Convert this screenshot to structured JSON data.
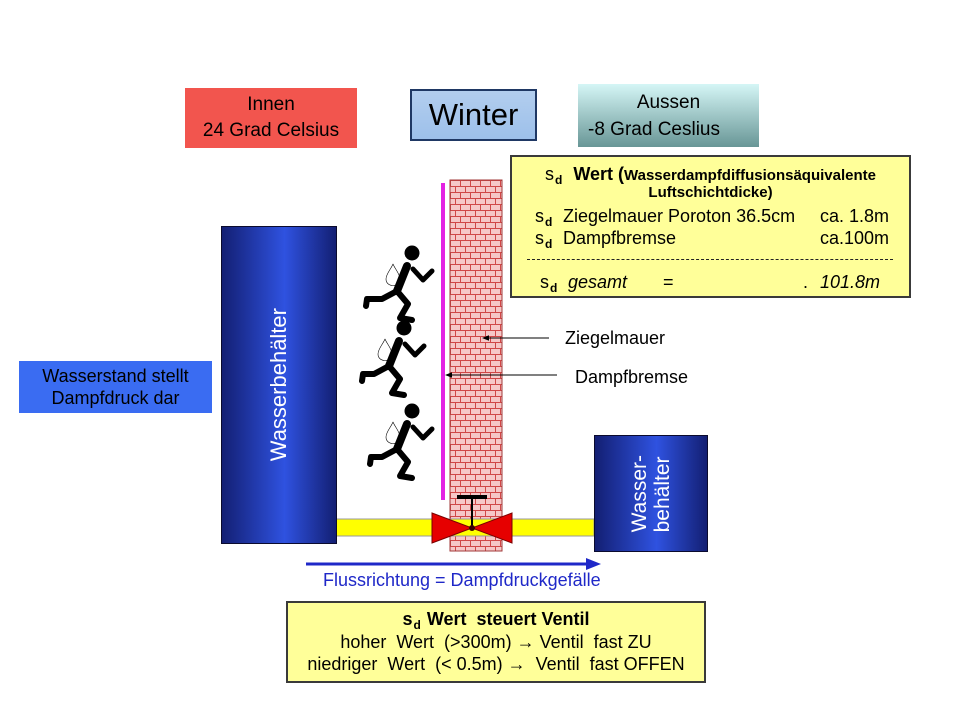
{
  "slide": {
    "inside": {
      "label": "Innen",
      "temperature": "24 Grad Celsius"
    },
    "season": "Winter",
    "outside": {
      "label": "Aussen",
      "temperature": "-8 Grad Ceslius"
    }
  },
  "symbol": {
    "base": "s",
    "sub": "d"
  },
  "sd_box": {
    "title_main": "Wert (",
    "title_detail": "Wasserdampfdiffusionsäquivalente",
    "title_line2": "Luftschichtdicke)",
    "rows": [
      {
        "label": "Ziegelmauer Poroton 36.5cm",
        "value": "ca. 1.8m"
      },
      {
        "label": "Dampfbremse",
        "value": "ca.100m"
      }
    ],
    "total": {
      "label": "gesamt",
      "equals": "=",
      "dot": ".",
      "value": "101.8m"
    }
  },
  "tanks": {
    "left": "Wasserbehälter",
    "right_line1": "Wasser-",
    "right_line2": "behälter"
  },
  "water_level_note": {
    "line1": "Wasserstand stellt",
    "line2": "Dampfdruck dar"
  },
  "wall_labels": {
    "brick": "Ziegelmauer",
    "barrier": "Dampfbremse"
  },
  "flow": {
    "label": "Flussrichtung = Dampfdruckgefälle"
  },
  "valve_box": {
    "title": "Wert  steuert Ventil",
    "high": "hoher  Wert  (>300m) → Ventil  fast ZU",
    "low": "niedriger  Wert  (< 0.5m) →  Ventil  fast OFFEN"
  },
  "icons": {
    "runner": "runner-icon",
    "drop": "water-drop-icon",
    "valve": "valve-icon"
  },
  "colors": {
    "inside_box": "#f2554e",
    "season_box": "#9dc0ea",
    "season_border": "#1f3864",
    "outside_top": "#d5f6f6",
    "outside_bottom": "#689696",
    "info_box": "#ffff99",
    "tank_dark": "#131f73",
    "tank_light": "#2f52e0",
    "note_box": "#3a6cf2",
    "vapor_barrier": "#e322e3",
    "brick_fill": "#f6c8c8",
    "brick_line": "#d04848",
    "pipe": "#ffff00",
    "valve": "#e60000",
    "flow": "#1f28c8",
    "drop": "#2b7bd8"
  }
}
